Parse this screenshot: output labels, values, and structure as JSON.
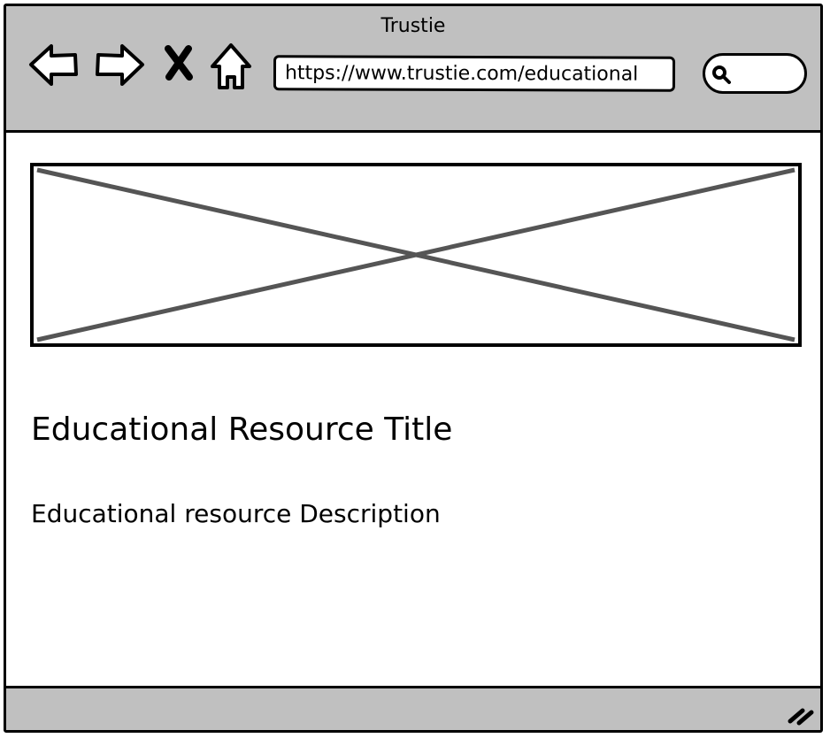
{
  "window": {
    "title": "Trustie"
  },
  "toolbar": {
    "back_icon": "arrow-left-icon",
    "forward_icon": "arrow-right-icon",
    "stop_icon": "close-icon",
    "home_icon": "home-icon"
  },
  "address_bar": {
    "url": "https://www.trustie.com/educational"
  },
  "search": {
    "icon": "search-icon",
    "value": ""
  },
  "content": {
    "image_alt": "",
    "title": "Educational Resource Title",
    "description": "Educational resource Description"
  },
  "statusbar": {
    "grip_icon": "resize-grip-icon"
  },
  "colors": {
    "chrome": "#c0c0c0",
    "background": "#ffffff",
    "stroke": "#000000",
    "placeholder_cross": "#555555"
  }
}
